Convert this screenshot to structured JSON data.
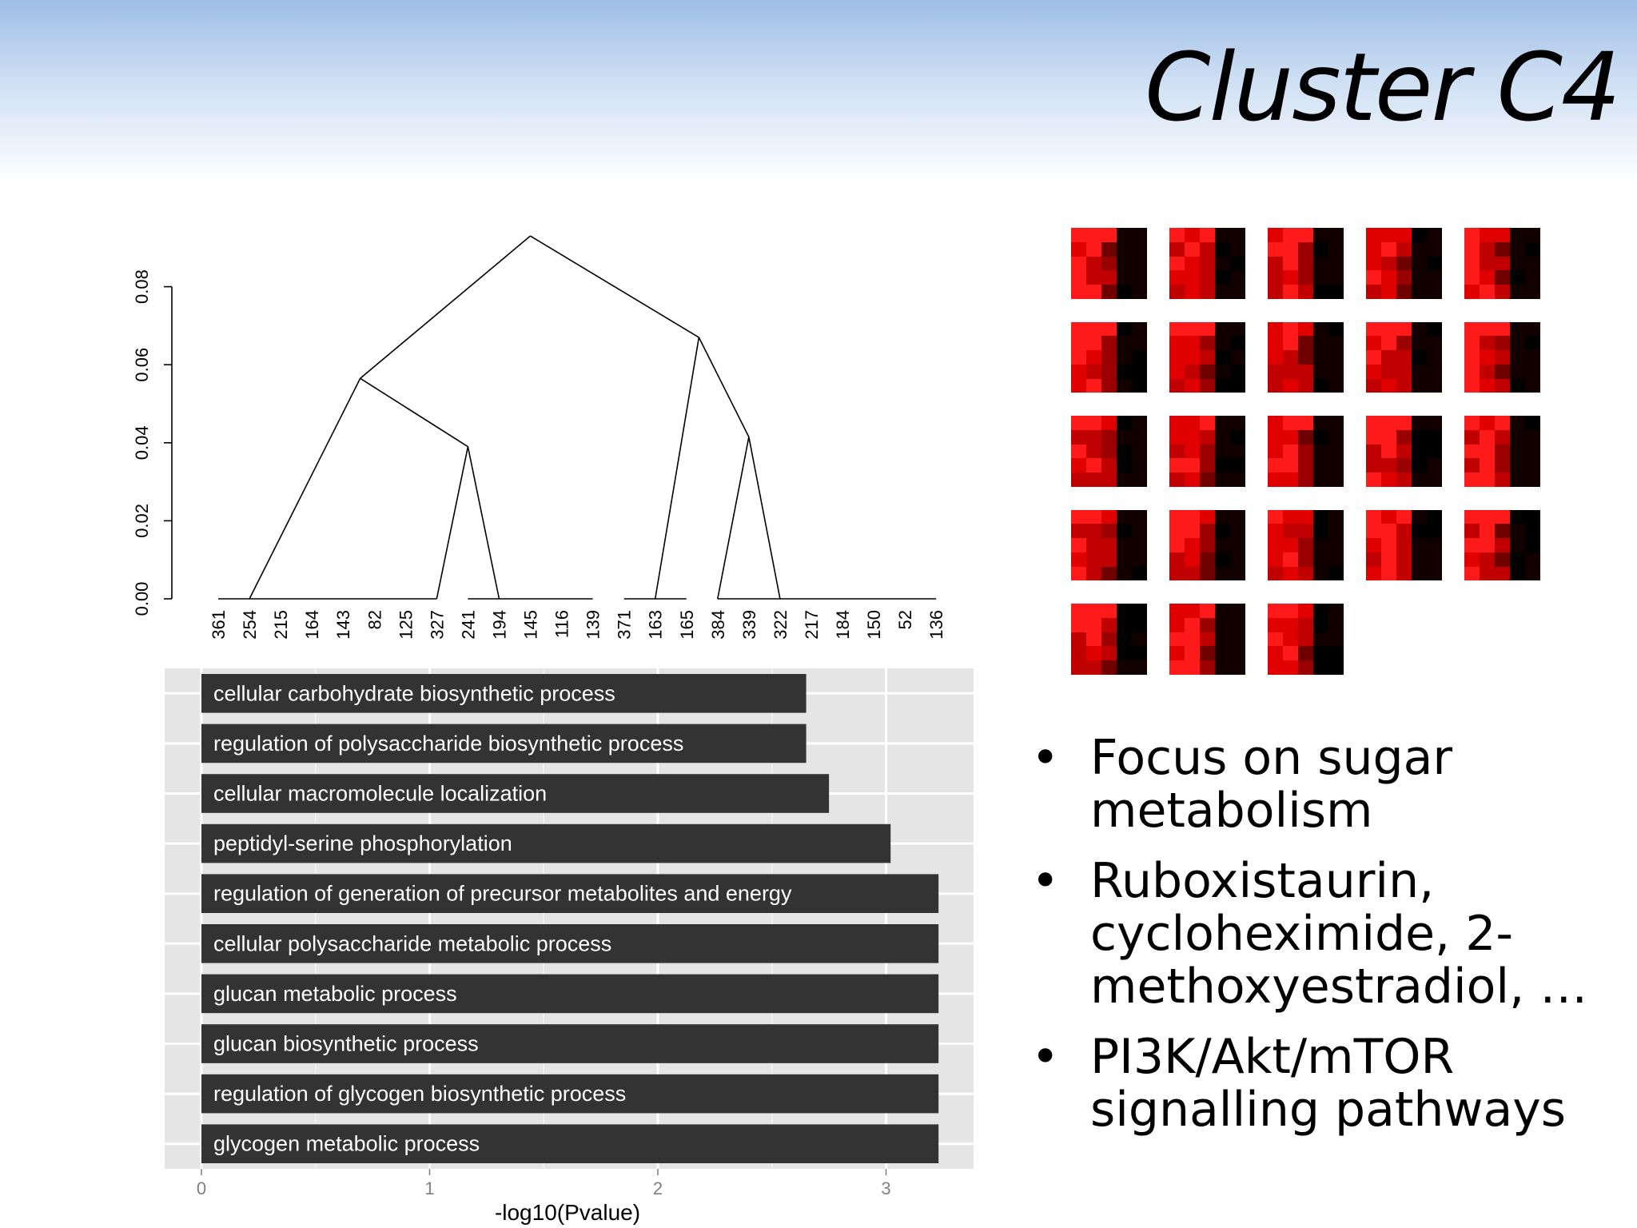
{
  "slide": {
    "title": "Cluster C4",
    "bullets": [
      "Focus on sugar metabolism",
      "Ruboxistaurin, cycloheximide, 2-methoxyestradiol, …",
      "PI3K/Akt/mTOR signalling pathways"
    ],
    "bullet_char": "•"
  },
  "chart_data": [
    {
      "type": "dendrogram",
      "ylim": [
        0,
        0.08
      ],
      "y_ticks": [
        "0.00",
        "0.02",
        "0.04",
        "0.06",
        "0.08"
      ],
      "leaves": [
        "361",
        "254",
        "215",
        "164",
        "143",
        "82",
        "125",
        "327",
        "241",
        "194",
        "145",
        "116",
        "139",
        "371",
        "163",
        "165",
        "384",
        "339",
        "322",
        "217",
        "184",
        "150",
        "52",
        "136"
      ],
      "merges": [
        {
          "left": {
            "leaves": [
              0,
              6
            ]
          },
          "right": {
            "leaf": 7
          },
          "height": 0.0
        },
        {
          "left": {
            "leaves": [
              8,
              12
            ]
          },
          "right": {
            "leaf": 9
          },
          "height": 0.0
        },
        {
          "left": {
            "leaf": 13
          },
          "right": {
            "leaves": [
              14,
              15
            ]
          },
          "height": 0.0
        },
        {
          "left": {
            "leaf": 16
          },
          "right": {
            "leaves": [
              17,
              23
            ]
          },
          "height": 0.0
        },
        {
          "left": {
            "leaf": 1
          },
          "right": {
            "leaf": 9
          },
          "height": 0.039
        },
        {
          "left": {
            "leaf": 14
          },
          "right": {
            "leaf": 16
          },
          "height": 0.0415
        },
        {
          "left": {
            "leaf": 1
          },
          "right": {
            "leaf": 8
          },
          "height": 0.0565
        },
        {
          "left": {
            "leaf": 14
          },
          "right": {
            "leaf": 18
          },
          "height": 0.067
        },
        {
          "left": {
            "leaf": 5
          },
          "right": {
            "leaf": 16
          },
          "height": 0.093
        }
      ]
    },
    {
      "type": "bar",
      "orientation": "horizontal",
      "xlabel": "-log10(Pvalue)",
      "xlim": [
        0,
        3.45
      ],
      "x_ticks": [
        "0",
        "1",
        "2",
        "3"
      ],
      "categories": [
        "cellular carbohydrate biosynthetic process",
        "regulation of polysaccharide biosynthetic process",
        "cellular macromolecule localization",
        "peptidyl-serine phosphorylation",
        "regulation of generation of precursor metabolites and energy",
        "cellular polysaccharide metabolic process",
        "glucan metabolic process",
        "glucan biosynthetic process",
        "regulation of glycogen biosynthetic process",
        "glycogen metabolic process"
      ],
      "values": [
        2.65,
        2.65,
        2.75,
        3.02,
        3.23,
        3.23,
        3.23,
        3.23,
        3.23,
        3.23
      ],
      "bar_color": "#333333",
      "panel_color": "#e5e5e5"
    },
    {
      "type": "heatmap",
      "tiles": 23,
      "layout": "5 columns x 5 rows",
      "colors": {
        "high": "#ff0000",
        "mid": "#b00000",
        "low": "#000000"
      }
    }
  ]
}
